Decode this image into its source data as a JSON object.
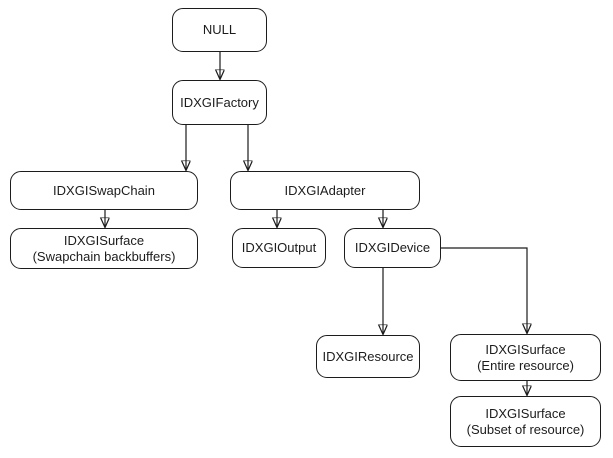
{
  "diagram": {
    "type": "hierarchy-flowchart",
    "colors": {
      "background": "#ffffff",
      "line": "#1c1c1c",
      "text": "#1c1c1c",
      "node_fill": "#ffffff"
    },
    "nodes": [
      {
        "id": "null",
        "label": "NULL",
        "sublabel": ""
      },
      {
        "id": "factory",
        "label": "IDXGIFactory",
        "sublabel": ""
      },
      {
        "id": "swapchain",
        "label": "IDXGISwapChain",
        "sublabel": ""
      },
      {
        "id": "surface-backbuffers",
        "label": "IDXGISurface",
        "sublabel": "(Swapchain backbuffers)"
      },
      {
        "id": "adapter",
        "label": "IDXGIAdapter",
        "sublabel": ""
      },
      {
        "id": "output",
        "label": "IDXGIOutput",
        "sublabel": ""
      },
      {
        "id": "device",
        "label": "IDXGIDevice",
        "sublabel": ""
      },
      {
        "id": "resource",
        "label": "IDXGIResource",
        "sublabel": ""
      },
      {
        "id": "surface-entire",
        "label": "IDXGISurface",
        "sublabel": "(Entire resource)"
      },
      {
        "id": "surface-subset",
        "label": "IDXGISurface",
        "sublabel": "(Subset of resource)"
      }
    ],
    "edges": [
      {
        "from": "NULL",
        "to": "IDXGIFactory"
      },
      {
        "from": "IDXGIFactory",
        "to": "IDXGISwapChain"
      },
      {
        "from": "IDXGIFactory",
        "to": "IDXGIAdapter"
      },
      {
        "from": "IDXGISwapChain",
        "to": "IDXGISurface (Swapchain backbuffers)"
      },
      {
        "from": "IDXGIAdapter",
        "to": "IDXGIOutput"
      },
      {
        "from": "IDXGIAdapter",
        "to": "IDXGIDevice"
      },
      {
        "from": "IDXGIDevice",
        "to": "IDXGIResource"
      },
      {
        "from": "IDXGIDevice",
        "to": "IDXGISurface (Entire resource)"
      },
      {
        "from": "IDXGISurface (Entire resource)",
        "to": "IDXGISurface (Subset of resource)"
      }
    ]
  }
}
